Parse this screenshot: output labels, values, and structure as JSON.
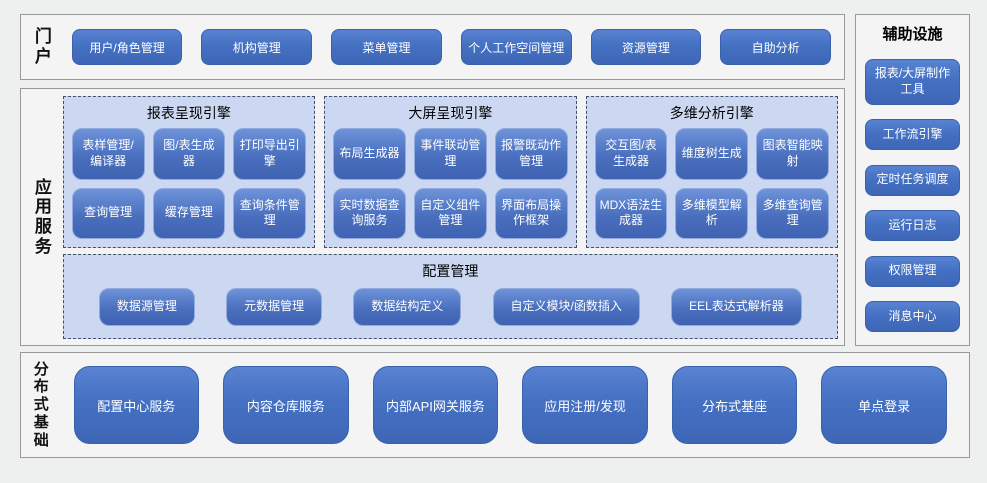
{
  "portal": {
    "label": "门户",
    "buttons": [
      "用户/角色管理",
      "机构管理",
      "菜单管理",
      "个人工作空间管理",
      "资源管理",
      "自助分析"
    ]
  },
  "app_services": {
    "label": "应用服务",
    "engines": [
      {
        "title": "报表呈现引擎",
        "buttons": [
          "表样管理/编译器",
          "图/表生成器",
          "打印导出引擎",
          "查询管理",
          "缓存管理",
          "查询条件管理"
        ]
      },
      {
        "title": "大屏呈现引擎",
        "buttons": [
          "布局生成器",
          "事件联动管理",
          "报警既动作管理",
          "实时数据查询服务",
          "自定义组件管理",
          "界面布局操作框架"
        ]
      },
      {
        "title": "多维分析引擎",
        "buttons": [
          "交互图/表生成器",
          "维度树生成",
          "图表智能映射",
          "MDX语法生成器",
          "多维模型解析",
          "多维查询管理"
        ]
      }
    ],
    "config": {
      "title": "配置管理",
      "buttons": [
        "数据源管理",
        "元数据管理",
        "数据结构定义",
        "自定义模块/函数插入",
        "EEL表达式解析器"
      ]
    }
  },
  "auxiliary": {
    "title": "辅助设施",
    "buttons": [
      "报表/大屏制作工具",
      "工作流引擎",
      "定时任务调度",
      "运行日志",
      "权限管理",
      "消息中心"
    ]
  },
  "foundation": {
    "label": "分布式基础",
    "buttons": [
      "配置中心服务",
      "内容仓库服务",
      "内部API网关服务",
      "应用注册/发现",
      "分布式基座",
      "单点登录"
    ]
  },
  "colors": {
    "button_blue": "#4472C4",
    "button_border": "#3A62AA",
    "node_gradient_top": "#6E93DA",
    "node_gradient_bottom": "#3F63B2",
    "node_border": "#93ACDF",
    "section_bg": "#CCD8F1",
    "section_dash_border": "#44506B",
    "panel_bg": "#F4F4F4",
    "panel_border": "#9A9A9A",
    "page_bg": "#EEF0F0",
    "text_white": "#FFFFFF",
    "text_black": "#000000"
  }
}
